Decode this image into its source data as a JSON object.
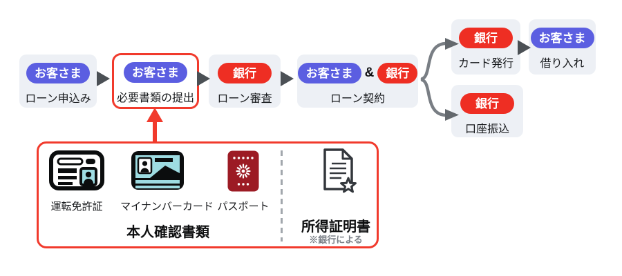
{
  "flow": {
    "step1": {
      "badge": "お客さま",
      "label": "ローン申込み"
    },
    "step2": {
      "badge": "お客さま",
      "label": "必要書類の提出"
    },
    "step3": {
      "badge": "銀行",
      "label": "ローン審査"
    },
    "step4": {
      "badge_left": "お客さま",
      "joiner": "&",
      "badge_right": "銀行",
      "label": "ローン契約"
    },
    "step5": {
      "badge": "銀行",
      "label": "カード発行"
    },
    "step6": {
      "badge": "お客さま",
      "label": "借り入れ"
    },
    "step7": {
      "badge": "銀行",
      "label": "口座振込"
    }
  },
  "documents": {
    "items": [
      {
        "label": "運転免許証",
        "icon": "drivers-license-icon"
      },
      {
        "label": "マイナンバーカード",
        "icon": "my-number-card-icon"
      },
      {
        "label": "パスポート",
        "icon": "passport-icon"
      }
    ],
    "group_label": "本人確認書類",
    "income": {
      "label": "所得証明書",
      "note": "※銀行による",
      "icon": "income-certificate-icon"
    }
  },
  "colors": {
    "customer_badge": "#5b5ee1",
    "bank_badge": "#ee2e23",
    "accent_red": "#f13a2c",
    "step_box_bg": "#edf0f5",
    "arrow_dark_gray": "#4b5055",
    "fork_gray": "#797e84",
    "id_teal": "#9edce2",
    "passport_red": "#9c1b24"
  }
}
